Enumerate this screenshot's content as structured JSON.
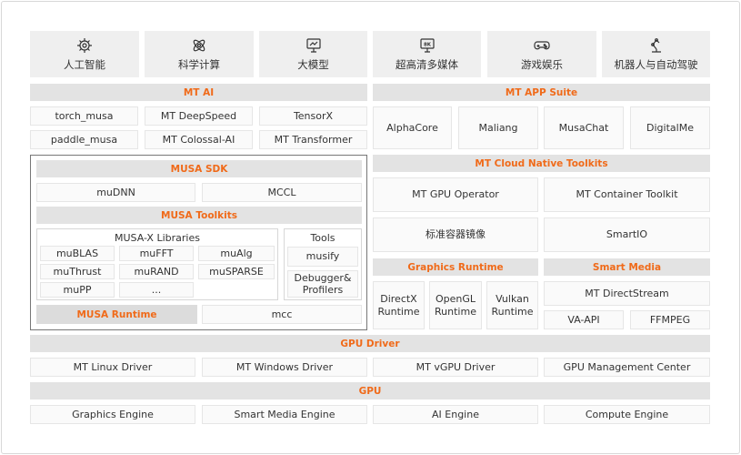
{
  "colors": {
    "accent": "#f06a19",
    "block": "#efefef",
    "header": "#e3e3e3"
  },
  "categories": [
    {
      "label": "人工智能",
      "icon": "brain-chip-icon"
    },
    {
      "label": "科学计算",
      "icon": "atom-icon"
    },
    {
      "label": "大模型",
      "icon": "monitor-chart-icon"
    },
    {
      "label": "超高清多媒体",
      "icon": "8k-display-icon"
    },
    {
      "label": "游戏娱乐",
      "icon": "gamepad-icon"
    },
    {
      "label": "机器人与自动驾驶",
      "icon": "robot-arm-icon"
    }
  ],
  "mt_ai": {
    "title": "MT AI",
    "items": [
      "torch_musa",
      "MT DeepSpeed",
      "TensorX",
      "paddle_musa",
      "MT Colossal-AI",
      "MT Transformer"
    ]
  },
  "mt_app_suite": {
    "title": "MT APP Suite",
    "items": [
      "AlphaCore",
      "Maliang",
      "MusaChat",
      "DigitalMe"
    ]
  },
  "musa_sdk": {
    "title": "MUSA SDK",
    "items": [
      "muDNN",
      "MCCL"
    ],
    "toolkits_title": "MUSA Toolkits",
    "libraries_title": "MUSA-X Libraries",
    "libraries": [
      "muBLAS",
      "muFFT",
      "muAlg",
      "muThrust",
      "muRAND",
      "muSPARSE",
      "muPP",
      "..."
    ],
    "tools_title": "Tools",
    "tools": [
      "musify",
      "Debugger&\nProfilers"
    ],
    "runtime": "MUSA Runtime",
    "mcc": "mcc"
  },
  "cloud_native": {
    "title": "MT Cloud Native Toolkits",
    "items": [
      "MT GPU Operator",
      "MT Container Toolkit",
      "标准容器镜像",
      "SmartIO"
    ]
  },
  "graphics_runtime": {
    "title": "Graphics Runtime",
    "items": [
      "DirectX\nRuntime",
      "OpenGL\nRuntime",
      "Vulkan\nRuntime"
    ]
  },
  "smart_media": {
    "title": "Smart Media",
    "items": [
      "MT DirectStream",
      "VA-API",
      "FFMPEG"
    ]
  },
  "gpu_driver": {
    "title": "GPU Driver",
    "items": [
      "MT Linux Driver",
      "MT Windows Driver",
      "MT vGPU Driver",
      "GPU Management Center"
    ]
  },
  "gpu": {
    "title": "GPU",
    "items": [
      "Graphics Engine",
      "Smart Media Engine",
      "AI Engine",
      "Compute Engine"
    ]
  }
}
